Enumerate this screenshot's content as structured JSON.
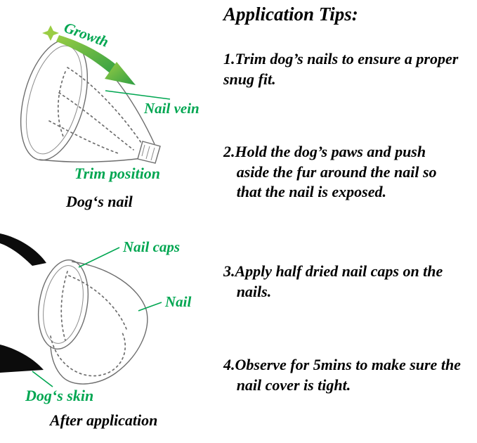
{
  "colors": {
    "background": "#FFFFFF",
    "ink": "#000000",
    "label_green": "#00A651",
    "arrow_green_light": "#9ACD44",
    "arrow_green_dark": "#2E9E44",
    "sketch": "#6e6e6e"
  },
  "top_diagram": {
    "growth_label": "Growth",
    "nail_vein_label": "Nail vein",
    "trim_position_label": "Trim position",
    "caption": "Dog‘s nail"
  },
  "bottom_diagram": {
    "nail_caps_label": "Nail caps",
    "nail_label": "Nail",
    "dogs_skin_label": "Dog‘s skin",
    "caption": "After application"
  },
  "tips": {
    "title": "Application Tips:",
    "items": [
      "1.Trim dog’s nails to ensure a proper snug fit.",
      "2.Hold the dog’s paws and push aside the fur around the nail so that the nail is exposed.",
      "3.Apply half dried nail caps on the nails.",
      "4.Observe for 5mins to make sure the nail cover is tight."
    ]
  }
}
